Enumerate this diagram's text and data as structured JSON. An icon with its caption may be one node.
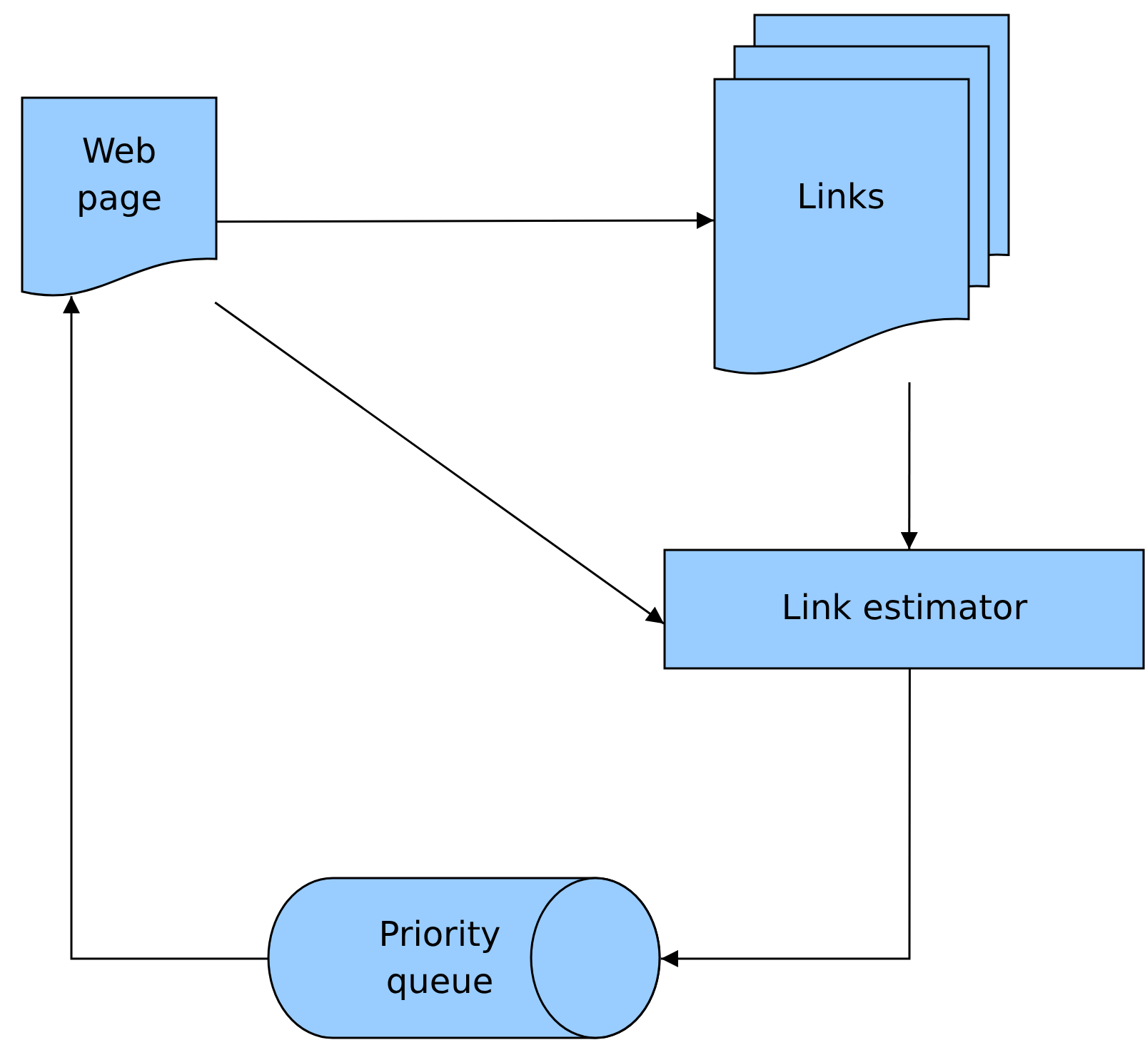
{
  "diagram": {
    "nodes": [
      {
        "text": [
          "Web page"
        ]
      },
      {
        "text": [
          "Links"
        ]
      },
      {
        "text": [
          "Link estimator"
        ]
      },
      {
        "text": [
          "Priority queue"
        ]
      }
    ],
    "edges": [
      {
        "from": 0,
        "to": 1,
        "arrow": "to"
      },
      {
        "from": 1,
        "to": 2,
        "arrow": "to"
      },
      {
        "from": 0,
        "to": 2,
        "arrow": "to"
      },
      {
        "from": 2,
        "to": 3,
        "arrow": "to"
      },
      {
        "from": 3,
        "to": 0,
        "arrow": "to"
      }
    ]
  }
}
